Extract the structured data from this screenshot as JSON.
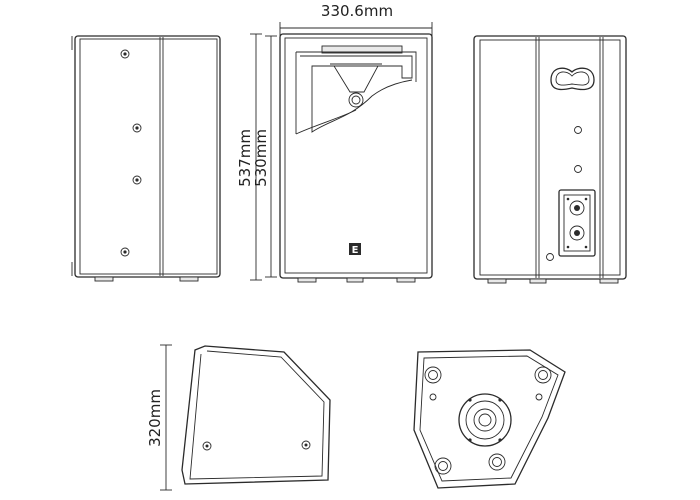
{
  "dimensions": {
    "front_width": "330.6mm",
    "height_total": "537mm",
    "height_cabinet": "530mm",
    "depth": "320mm"
  },
  "logo_glyph": "E"
}
